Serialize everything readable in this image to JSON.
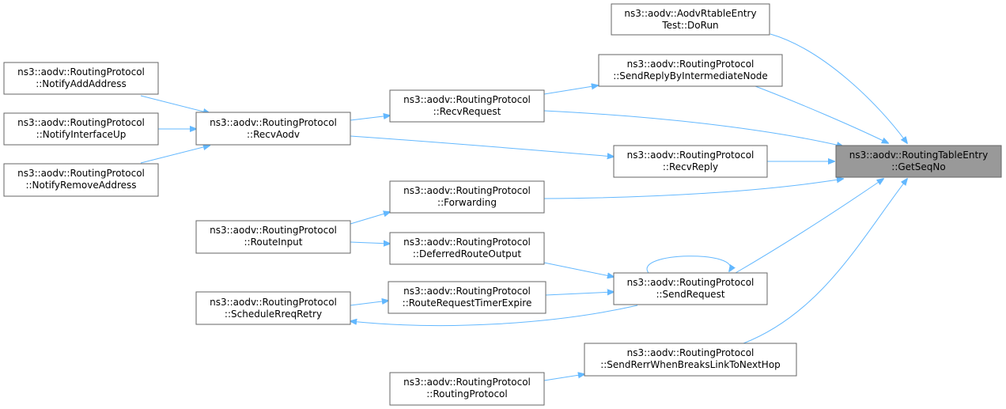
{
  "diagram": {
    "focus_color": "#999999",
    "edge_color": "#63b8ff",
    "nodes": [
      {
        "id": "getseqno",
        "lines": [
          "ns3::aodv::RoutingTableEntry",
          "::GetSeqNo"
        ],
        "focus": true
      },
      {
        "id": "dorun",
        "lines": [
          "ns3::aodv::AodvRtableEntry",
          "Test::DoRun"
        ]
      },
      {
        "id": "sendreplyinter",
        "lines": [
          "ns3::aodv::RoutingProtocol",
          "::SendReplyByIntermediateNode"
        ]
      },
      {
        "id": "recvrequest",
        "lines": [
          "ns3::aodv::RoutingProtocol",
          "::RecvRequest"
        ]
      },
      {
        "id": "recvaodv",
        "lines": [
          "ns3::aodv::RoutingProtocol",
          "::RecvAodv"
        ]
      },
      {
        "id": "notifyadd",
        "lines": [
          "ns3::aodv::RoutingProtocol",
          "::NotifyAddAddress"
        ]
      },
      {
        "id": "notifyup",
        "lines": [
          "ns3::aodv::RoutingProtocol",
          "::NotifyInterfaceUp"
        ]
      },
      {
        "id": "notifyremove",
        "lines": [
          "ns3::aodv::RoutingProtocol",
          "::NotifyRemoveAddress"
        ]
      },
      {
        "id": "recvreply",
        "lines": [
          "ns3::aodv::RoutingProtocol",
          "::RecvReply"
        ]
      },
      {
        "id": "forwarding",
        "lines": [
          "ns3::aodv::RoutingProtocol",
          "::Forwarding"
        ]
      },
      {
        "id": "routeinput",
        "lines": [
          "ns3::aodv::RoutingProtocol",
          "::RouteInput"
        ]
      },
      {
        "id": "deferred",
        "lines": [
          "ns3::aodv::RoutingProtocol",
          "::DeferredRouteOutput"
        ]
      },
      {
        "id": "sendrequest",
        "lines": [
          "ns3::aodv::RoutingProtocol",
          "::SendRequest"
        ]
      },
      {
        "id": "rrtimer",
        "lines": [
          "ns3::aodv::RoutingProtocol",
          "::RouteRequestTimerExpire"
        ]
      },
      {
        "id": "schedule",
        "lines": [
          "ns3::aodv::RoutingProtocol",
          "::ScheduleRreqRetry"
        ]
      },
      {
        "id": "sendrerr",
        "lines": [
          "ns3::aodv::RoutingProtocol",
          "::SendRerrWhenBreaksLinkToNextHop"
        ]
      },
      {
        "id": "routingprotocol",
        "lines": [
          "ns3::aodv::RoutingProtocol",
          "::RoutingProtocol"
        ]
      }
    ],
    "edges": [
      {
        "from": "dorun",
        "to": "getseqno"
      },
      {
        "from": "sendreplyinter",
        "to": "getseqno"
      },
      {
        "from": "recvrequest",
        "to": "getseqno"
      },
      {
        "from": "recvreply",
        "to": "getseqno"
      },
      {
        "from": "forwarding",
        "to": "getseqno"
      },
      {
        "from": "sendrequest",
        "to": "getseqno"
      },
      {
        "from": "sendrerr",
        "to": "getseqno"
      },
      {
        "from": "recvrequest",
        "to": "sendreplyinter"
      },
      {
        "from": "recvaodv",
        "to": "recvrequest"
      },
      {
        "from": "recvaodv",
        "to": "recvreply"
      },
      {
        "from": "notifyadd",
        "to": "recvaodv"
      },
      {
        "from": "notifyup",
        "to": "recvaodv"
      },
      {
        "from": "notifyremove",
        "to": "recvaodv"
      },
      {
        "from": "routeinput",
        "to": "forwarding"
      },
      {
        "from": "routeinput",
        "to": "deferred"
      },
      {
        "from": "deferred",
        "to": "sendrequest"
      },
      {
        "from": "rrtimer",
        "to": "sendrequest"
      },
      {
        "from": "sendrequest",
        "to": "sendrequest"
      },
      {
        "from": "sendrequest",
        "to": "schedule"
      },
      {
        "from": "schedule",
        "to": "rrtimer"
      },
      {
        "from": "routingprotocol",
        "to": "sendrerr"
      }
    ]
  }
}
